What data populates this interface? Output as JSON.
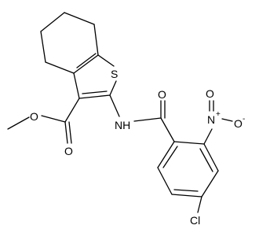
{
  "molecule": {
    "atoms": {
      "S": "S",
      "NH": "NH",
      "O_amide": "O",
      "O_ester_carbonyl": "O",
      "O_ester": "O",
      "N_nitro": "N",
      "N_charge": "+",
      "O_nitro": "O",
      "O_nitro_neg": "O",
      "O_charge": "-",
      "Cl": "Cl"
    }
  }
}
